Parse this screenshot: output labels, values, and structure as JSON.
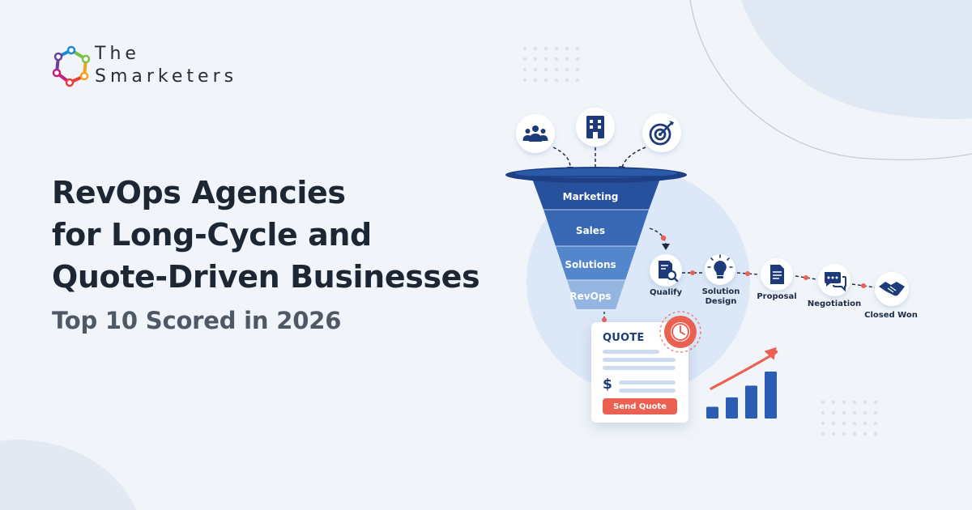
{
  "brand": {
    "line1": "The",
    "line2": "Smarketers"
  },
  "headline": {
    "lines": [
      "RevOps Agencies",
      "for Long-Cycle and",
      "Quote-Driven Businesses"
    ],
    "subtitle": "Top 10 Scored in 2026"
  },
  "funnel": {
    "inputs": [
      {
        "icon": "people-icon"
      },
      {
        "icon": "building-icon"
      },
      {
        "icon": "target-icon"
      }
    ],
    "levels": [
      {
        "label": "Marketing",
        "color": "#27509d"
      },
      {
        "label": "Sales",
        "color": "#3867b4"
      },
      {
        "label": "Solutions",
        "color": "#5486cb"
      },
      {
        "label": "RevOps",
        "color": "#94b5e0"
      }
    ]
  },
  "pipeline": {
    "stages": [
      {
        "label": "Qualify",
        "icon": "document-search-icon"
      },
      {
        "label": "Solution Design",
        "icon": "lightbulb-icon"
      },
      {
        "label": "Proposal",
        "icon": "document-icon"
      },
      {
        "label": "Negotiation",
        "icon": "chat-icon"
      },
      {
        "label": "Closed Won",
        "icon": "handshake-icon"
      }
    ]
  },
  "quote": {
    "title": "QUOTE",
    "currency_symbol": "$",
    "button_label": "Send Quote",
    "timer_icon": "clock-icon"
  },
  "growth": {
    "icon": "growth-arrow-icon",
    "bars": [
      0.25,
      0.45,
      0.7,
      1.0
    ]
  },
  "colors": {
    "background": "#f1f5fa",
    "navy": "#1d3b7a",
    "accent": "#ea6152",
    "circle": "#dce8f7"
  }
}
